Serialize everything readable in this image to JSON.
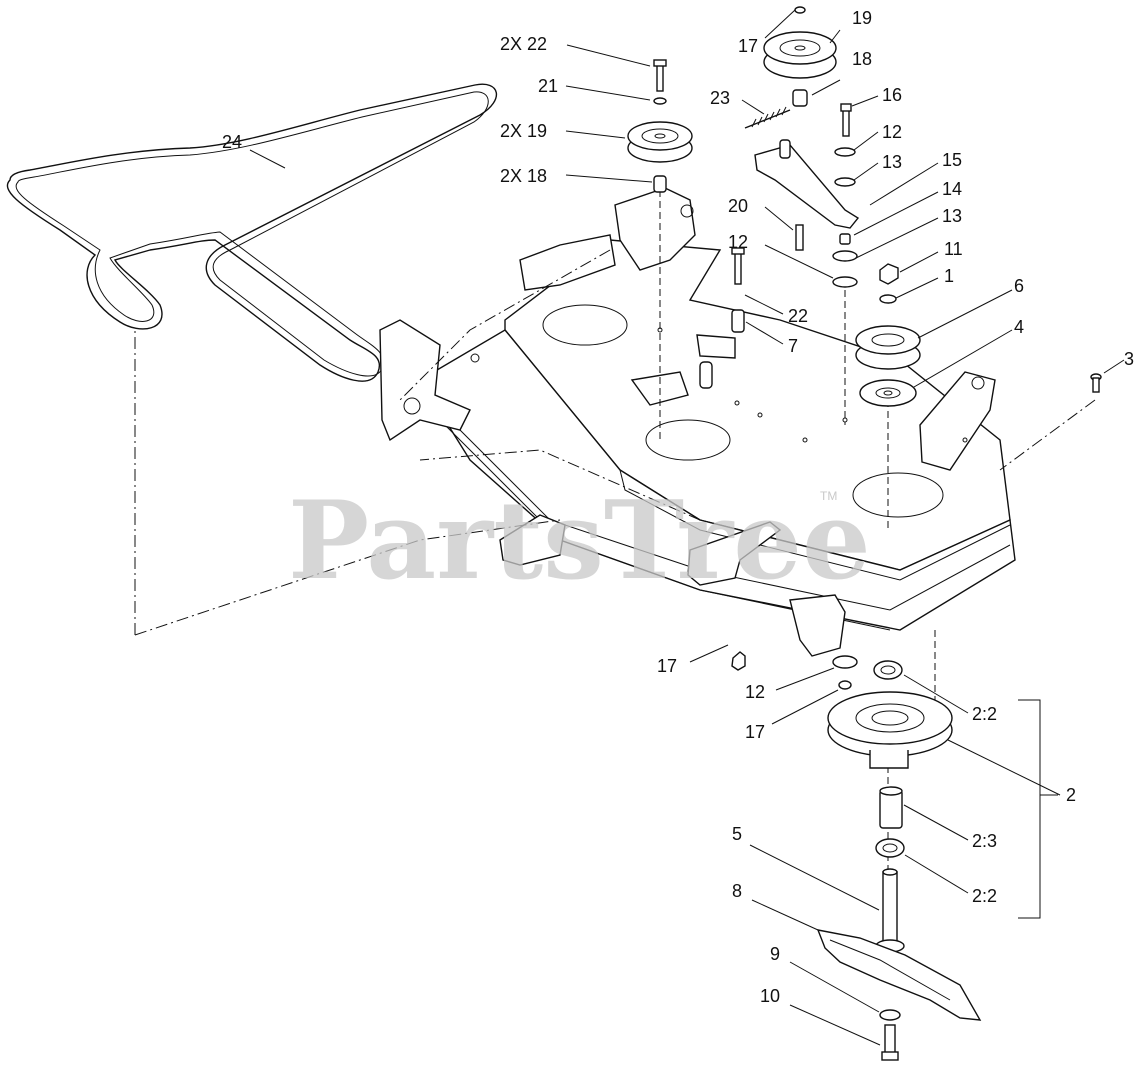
{
  "watermark": {
    "text": "PartsTree",
    "tm": "TM"
  },
  "callouts": [
    "2X 22",
    "21",
    "2X 19",
    "2X 18",
    "24",
    "17",
    "19",
    "18",
    "23",
    "16",
    "12",
    "13",
    "15",
    "14",
    "20",
    "13",
    "12",
    "11",
    "1",
    "6",
    "22",
    "7",
    "4",
    "3",
    "17",
    "12",
    "17",
    "2:2",
    "2",
    "2:3",
    "2:2",
    "5",
    "8",
    "9",
    "10"
  ]
}
